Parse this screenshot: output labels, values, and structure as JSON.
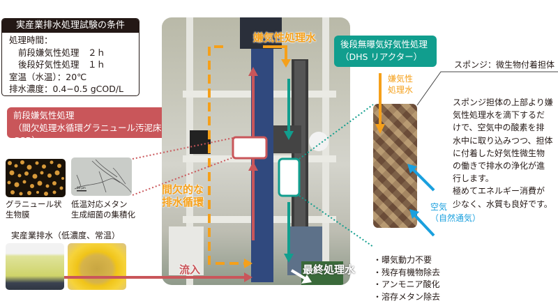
{
  "conditions": {
    "title": "実産業排水処理試験の条件",
    "lines": [
      "処理時間：",
      "前段嫌気性処理　２ｈ",
      "後段好気性処理　１ｈ",
      "室温（水温）：20℃",
      "排水濃度：0.4−0.5 gCOD/L"
    ]
  },
  "pre_treatment": {
    "title": "前段嫌気性処理",
    "subtitle": "（間欠処理水循環グラニュール汚泥床：IR-GSB）",
    "color": "#c9565a",
    "images": [
      {
        "caption_line1": "グラニュール状",
        "caption_line2": "生物膜"
      },
      {
        "caption_line1": "低温対応メタン",
        "caption_line2": "生成細菌の集積化",
        "scale_label": "10 μm"
      }
    ]
  },
  "influent": {
    "title": "実産業排水（低濃度、常温）"
  },
  "photo_labels": {
    "anaerobic_effluent": "嫌気性処理水",
    "recirculation_line1": "間欠的な",
    "recirculation_line2": "排水循環",
    "inflow": "流入",
    "final_effluent": "最終処理水"
  },
  "post_treatment": {
    "title": "後段無曝気好気性処理",
    "subtitle": "（DHS リアクター）",
    "color": "#119e8e"
  },
  "sponge": {
    "label": "スポンジ：微生物付着担体",
    "inflow_line1": "嫌気性",
    "inflow_line2": "処理水",
    "air_line1": "空気",
    "air_line2": "（自然通気）",
    "description": [
      "スポンジ担体の上部より嫌",
      "気性処理水を滴下するだ",
      "けで、空気中の酸素を排",
      "水中に取り込みつつ、担体",
      "に付着した好気性微生物",
      "の働きで排水の浄化が進",
      "行します。",
      "極めてエネルギー消費が",
      "少なく、水質も良好です。"
    ]
  },
  "features": [
    "・曝気動力不要",
    "・残存有機物除去",
    "・アンモニア酸化",
    "・溶存メタン除去"
  ],
  "colors": {
    "red": "#c9565a",
    "teal": "#119e8e",
    "orange": "#f5a01a",
    "blue": "#1aa0de",
    "dark": "#231815"
  }
}
